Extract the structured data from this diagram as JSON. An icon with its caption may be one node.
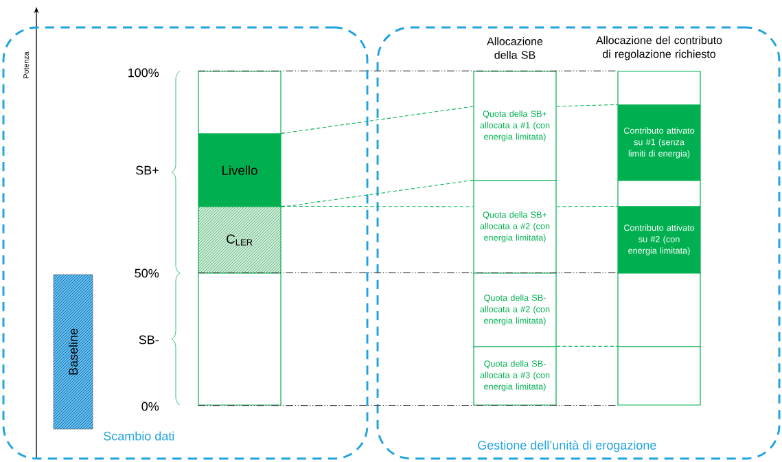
{
  "diagram": {
    "nodes": [
      {
        "text": [
          "Scambio dati"
        ]
      },
      {
        "text": [
          "Baseline"
        ],
        "in": 0
      },
      {
        "text": [],
        "shape": "box",
        "in": 0
      },
      {
        "text": [
          "Livello"
        ],
        "in": 0
      },
      {
        "text": [
          "C$_{LER}$"
        ],
        "in": 0
      },
      {
        "text": [],
        "shape": "box",
        "in": 0
      },
      {
        "text": [
          "Gestione dell’unità di erogazione"
        ]
      },
      {
        "text": [
          "Quota della SB+ allocata a #1 (con energia limitata)"
        ],
        "in": 6
      },
      {
        "text": [
          "Quota della SB+ allocata a #2 (con energia limitata)"
        ],
        "in": 6
      },
      {
        "text": [
          "Quota della SB- allocata a #2 (con energia limitata)"
        ],
        "in": 6
      },
      {
        "text": [
          "Quota della SB- allocata a #3 (con energia limitata)"
        ],
        "in": 6
      },
      {
        "text": [],
        "shape": "box",
        "in": 6
      },
      {
        "text": [
          "Contributo attivato su #1 (senza limiti di energia)"
        ],
        "in": 6
      },
      {
        "text": [],
        "shape": "box",
        "in": 6
      },
      {
        "text": [
          "Contributo attivato su #2 (con energia limitata)"
        ],
        "in": 6
      },
      {
        "text": [],
        "shape": "box",
        "in": 6
      },
      {
        "text": [],
        "shape": "box",
        "in": 6
      }
    ],
    "edges": [
      {
        "from": 3,
        "to": 7,
        "arrow": "none",
        "style": "dashed"
      },
      {
        "from": 3,
        "to": 8,
        "arrow": "none",
        "style": "dashed"
      },
      {
        "from": 4,
        "to": 8,
        "arrow": "none",
        "style": "dashed"
      },
      {
        "from": 7,
        "to": 12,
        "arrow": "none",
        "style": "dashed"
      },
      {
        "from": 8,
        "to": 14,
        "arrow": "none",
        "style": "dashed"
      },
      {
        "from": 10,
        "to": 16,
        "arrow": "none",
        "style": "dashed"
      },
      {
        "from": 2,
        "to": 11,
        "arrow": "none",
        "style": "dashed",
        "color": "#404040"
      },
      {
        "from": 5,
        "to": 15,
        "arrow": "none",
        "style": "dashed",
        "color": "#404040"
      },
      {
        "from": 5,
        "to": 16,
        "arrow": "none",
        "style": "dashed",
        "color": "#404040"
      }
    ],
    "labels": [
      "Potenza",
      "Allocazione della SB",
      "Allocazione del contributo di regolazione richiesto",
      "100%",
      "SB+",
      "50%",
      "SB-",
      "0%"
    ]
  }
}
